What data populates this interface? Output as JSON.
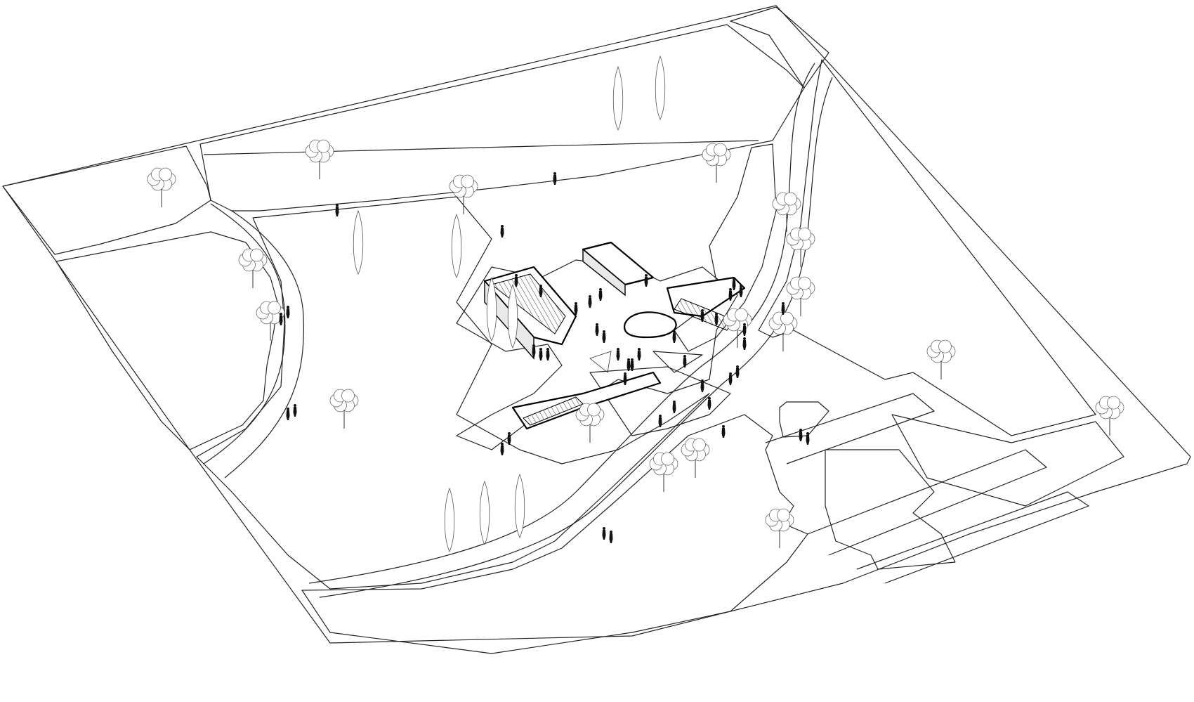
{
  "drawing": {
    "kind": "axonometric site plan",
    "line_color": "#222222",
    "background": "#ffffff",
    "ground_patterns": {
      "lawn": "dot",
      "meadow": "dash",
      "garden": "stipple"
    },
    "counts": {
      "deciduous_trees": 17,
      "cypress_trees": 9,
      "people": 46
    }
  }
}
